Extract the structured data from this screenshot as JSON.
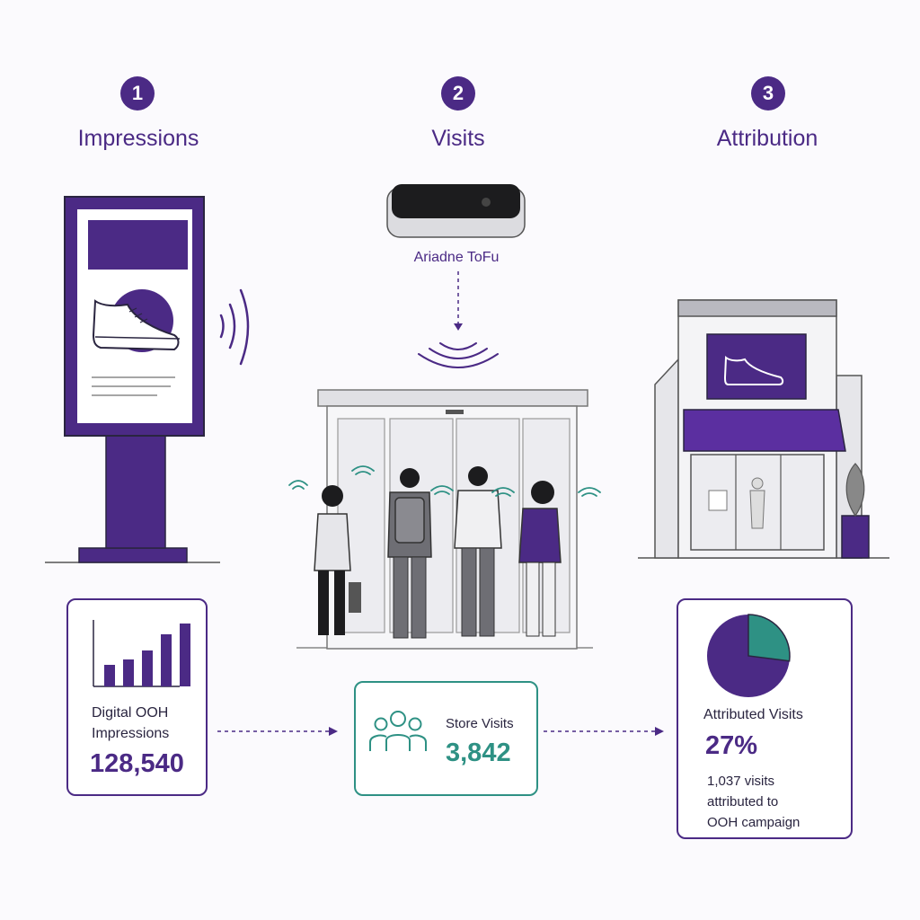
{
  "steps": [
    {
      "number": "1",
      "title": "Impressions"
    },
    {
      "number": "2",
      "title": "Visits"
    },
    {
      "number": "3",
      "title": "Attribution"
    }
  ],
  "device": {
    "caption": "Ariadne ToFu"
  },
  "cards": {
    "impressions": {
      "label_line1": "Digital OOH",
      "label_line2": "Impressions",
      "value": "128,540"
    },
    "visits": {
      "label": "Store Visits",
      "value": "3,842"
    },
    "attribution": {
      "label": "Attributed Visits",
      "value": "27%",
      "note_line1": "1,037 visits",
      "note_line2": "attributed to",
      "note_line3": "OOH campaign"
    }
  },
  "bar_chart": {
    "values": [
      24,
      30,
      40,
      58,
      70
    ]
  },
  "pie_chart": {
    "attributed_share": 0.27
  },
  "colors": {
    "purple": "#4b2a85",
    "teal": "#2e9184",
    "gray": "#c9c9cf"
  },
  "icons": [
    "digital-billboard",
    "shoe-icon",
    "signal-waves",
    "sensor-device",
    "store-entrance",
    "shoppers",
    "phone-signal",
    "storefront",
    "people-icon",
    "bar-chart",
    "pie-chart",
    "arrow-right"
  ]
}
